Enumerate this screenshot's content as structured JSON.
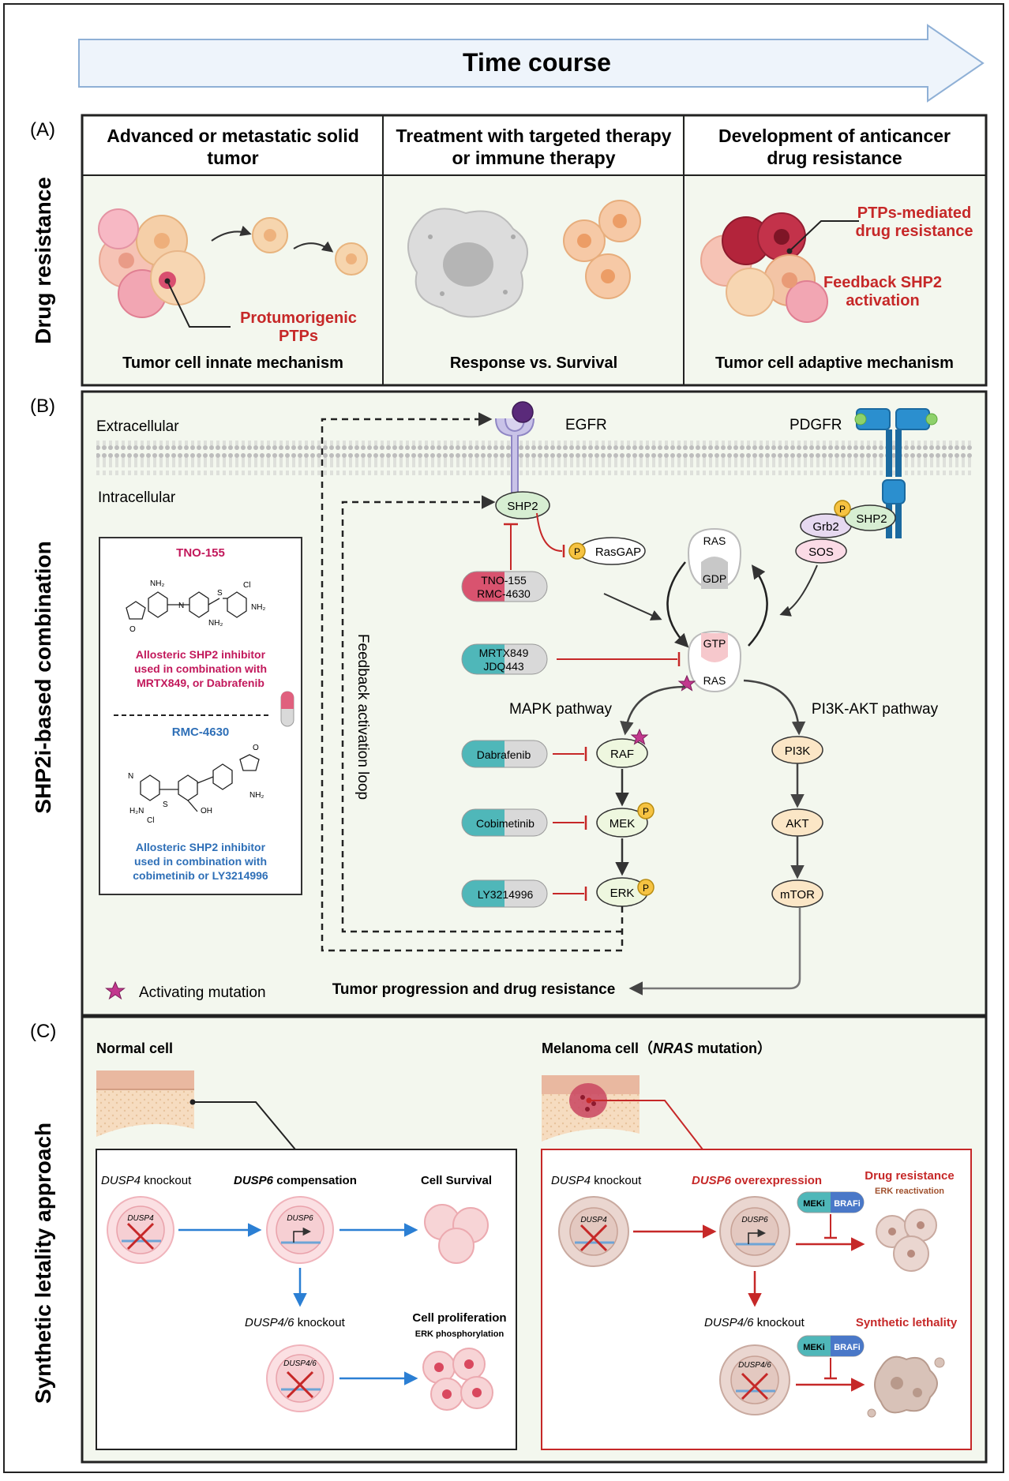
{
  "header": {
    "time_course": "Time course"
  },
  "panel_a": {
    "label": "(A)",
    "side_label": "Drug resistance",
    "col1": {
      "title_l1": "Advanced or metastatic solid",
      "title_l2": "tumor",
      "ann_l1": "Protumorigenic",
      "ann_l2": "PTPs",
      "caption": "Tumor cell innate mechanism"
    },
    "col2": {
      "title_l1": "Treatment with targeted therapy",
      "title_l2": "or immune therapy",
      "caption": "Response vs. Survival"
    },
    "col3": {
      "title_l1": "Development of anticancer",
      "title_l2": "drug resistance",
      "ann1_l1": "PTPs-mediated",
      "ann1_l2": "drug resistance",
      "ann2_l1": "Feedback SHP2",
      "ann2_l2": "activation",
      "caption": "Tumor cell adaptive mechanism"
    }
  },
  "panel_b": {
    "label": "(B)",
    "side_label": "SHP2i-based combination",
    "extracellular": "Extracellular",
    "intracellular": "Intracellular",
    "egfr": "EGFR",
    "pdgfr": "PDGFR",
    "shp2": "SHP2",
    "p": "P",
    "rasgap": "RasGAP",
    "grb2": "Grb2",
    "sos": "SOS",
    "ras": "RAS",
    "gdp": "GDP",
    "gtp": "GTP",
    "mapk": "MAPK pathway",
    "pi3k_pathway": "PI3K-AKT pathway",
    "raf": "RAF",
    "mek": "MEK",
    "erk": "ERK",
    "pi3k": "PI3K",
    "akt": "AKT",
    "mtor": "mTOR",
    "drug_tno": "TNO-155",
    "drug_rmc": "RMC-4630",
    "drug_mrtx": "MRTX849",
    "drug_jdq": "JDQ443",
    "drug_dab": "Dabrafenib",
    "drug_cob": "Cobimetinib",
    "drug_ly": "LY3214996",
    "feedback": "Feedback activation loop",
    "progression": "Tumor progression and drug resistance",
    "legend_mutation": "Activating mutation",
    "box_tno_title": "TNO-155",
    "box_tno_desc_l1": "Allosteric SHP2 inhibitor",
    "box_tno_desc_l2": "used in combination with",
    "box_tno_desc_l3": "MRTX849, or Dabrafenib",
    "box_rmc_title": "RMC-4630",
    "box_rmc_desc_l1": "Allosteric SHP2 inhibitor",
    "box_rmc_desc_l2": "used in combination with",
    "box_rmc_desc_l3": "cobimetinib or LY3214996",
    "chem_nh2": "NH₂",
    "chem_o": "O",
    "chem_n": "N",
    "chem_s": "S",
    "chem_cl": "Cl",
    "chem_oh": "OH",
    "chem_h2n": "H₂N"
  },
  "panel_c": {
    "label": "(C)",
    "side_label": "Synthetic letality approach",
    "normal_cell": "Normal cell",
    "melanoma_pre": "Melanoma cell（",
    "melanoma_gene": "NRAS",
    "melanoma_post": " mutation）",
    "dusp4": "DUSP4",
    "dusp6": "DUSP6",
    "dusp46": "DUSP4/6",
    "knockout": " knockout",
    "compensation": " compensation",
    "overexpression": " overexpression",
    "cell_survival": "Cell Survival",
    "cell_prolif": "Cell proliferation",
    "erk_phos": "ERK phosphorylation",
    "drug_res": "Drug resistance",
    "erk_react": "ERK reactivation",
    "synth_leth": "Synthetic lethality",
    "meki": "MEKi",
    "brafi": "BRAFi"
  },
  "colors": {
    "red": "#c62828",
    "blue": "#2e6fb7",
    "arrow_blue": "#2b7fd4",
    "inhib_red": "#c62828",
    "panel_bg": "#f3f7ee"
  }
}
